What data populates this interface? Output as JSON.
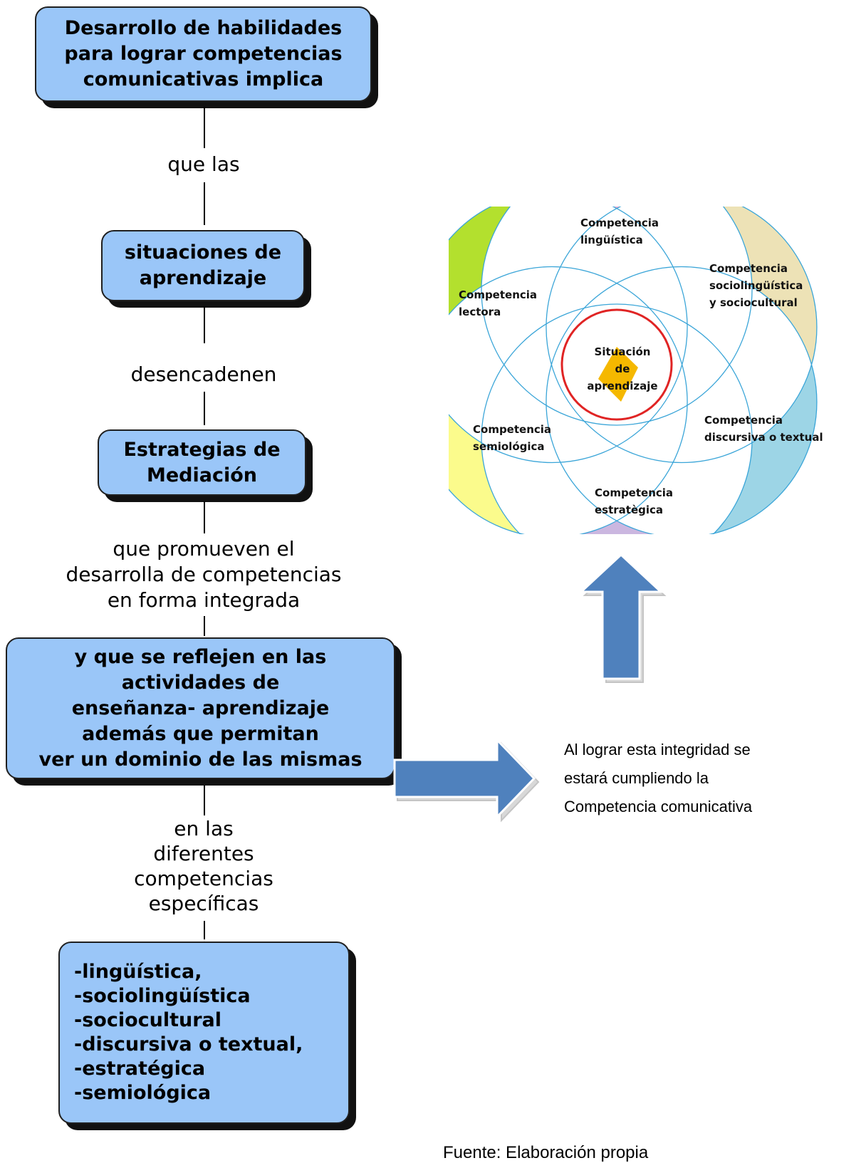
{
  "flow": {
    "box1": "Desarrollo de habilidades\npara lograr competencias\ncomunicativas  implica",
    "link1": "que las",
    "box2": "situaciones de\naprendizaje",
    "link2": "desencadenen",
    "box3": "Estrategias de\nMediación",
    "link3": "que promueven el\ndesarrolla de competencias\nen forma integrada",
    "box4": "y que se reflejen en las\nactividades  de\nenseñanza- aprendizaje\nademás que permitan\nver un dominio de las mismas",
    "link4": "en las\ndiferentes\ncompetencias\nespecíficas",
    "box5": "-lingüística,\n-sociolingüística\n-sociocultural\n-discursiva o textual,\n-estratégica\n-semiológica"
  },
  "note": "Al lograr esta integridad se\nestará cumpliendo la\nCompetencia comunicativa",
  "venn": {
    "center": [
      "Situación",
      "de",
      "aprendizaje"
    ],
    "petals": [
      {
        "lines": [
          "Competencia",
          "lingüística"
        ],
        "color": "#f5a9cf"
      },
      {
        "lines": [
          "Competencia",
          "sociolingüística",
          "y sociocultural"
        ],
        "color": "#ede2b6"
      },
      {
        "lines": [
          "Competencia",
          "discursiva o textual"
        ],
        "color": "#9dd5e6"
      },
      {
        "lines": [
          "Competencia",
          "estratègica"
        ],
        "color": "#cbb7e0"
      },
      {
        "lines": [
          "Competencia",
          "semiológica"
        ],
        "color": "#fbfb8c"
      },
      {
        "lines": [
          "Competencia",
          "lectora"
        ],
        "color": "#b3e02e"
      }
    ],
    "center_color": "#f5b800",
    "ring_color": "#e02424",
    "circle_color": "#3aa5d8"
  },
  "arrows": {
    "color": "#4f81bd"
  },
  "source": "Fuente: Elaboración propia"
}
